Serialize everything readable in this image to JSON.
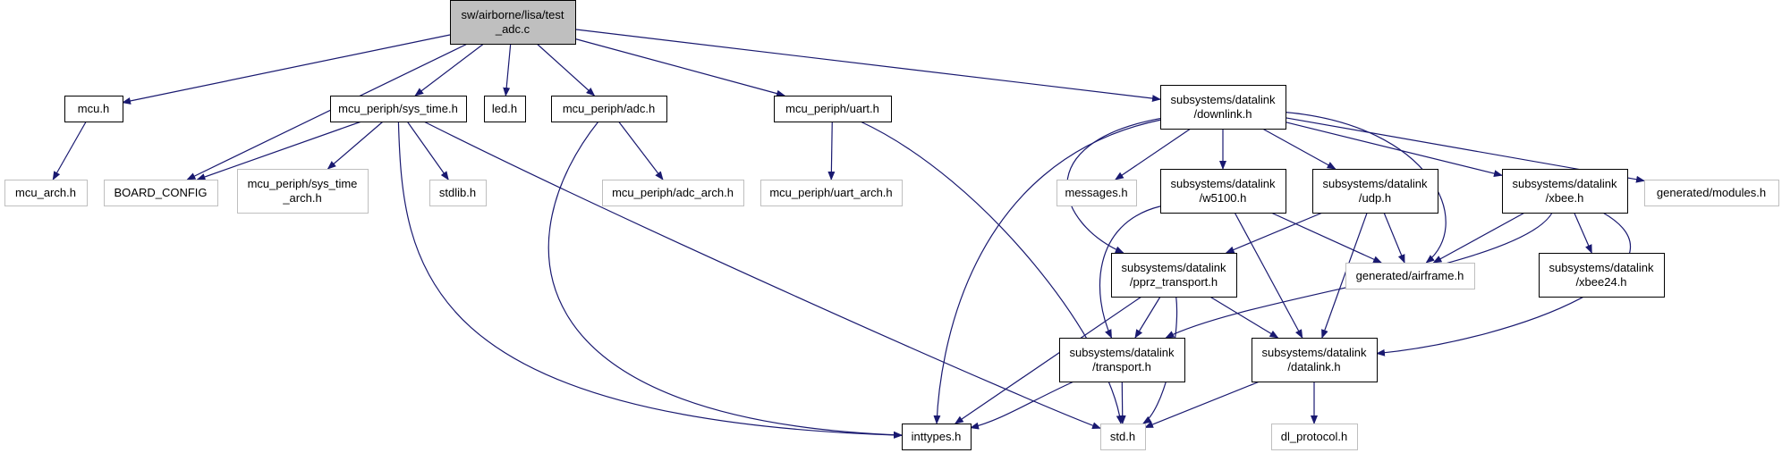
{
  "colors": {
    "edge": "#191970",
    "root_fill": "#bfbfbf",
    "node_border": "#000000",
    "external_border": "#bfbfbf",
    "text": "#000000"
  },
  "nodes": [
    {
      "id": "root",
      "lines": [
        "sw/airborne/lisa/test",
        "_adc.c"
      ],
      "style": "root"
    },
    {
      "id": "mcu_h",
      "lines": [
        "mcu.h"
      ],
      "style": "normal"
    },
    {
      "id": "sys_time_h",
      "lines": [
        "mcu_periph/sys_time.h"
      ],
      "style": "normal"
    },
    {
      "id": "led_h",
      "lines": [
        "led.h"
      ],
      "style": "normal"
    },
    {
      "id": "adc_h",
      "lines": [
        "mcu_periph/adc.h"
      ],
      "style": "normal"
    },
    {
      "id": "uart_h",
      "lines": [
        "mcu_periph/uart.h"
      ],
      "style": "normal"
    },
    {
      "id": "downlink_h",
      "lines": [
        "subsystems/datalink",
        "/downlink.h"
      ],
      "style": "normal"
    },
    {
      "id": "mcu_arch_h",
      "lines": [
        "mcu_arch.h"
      ],
      "style": "external"
    },
    {
      "id": "board_config",
      "lines": [
        "BOARD_CONFIG"
      ],
      "style": "external"
    },
    {
      "id": "sys_time_arch_h",
      "lines": [
        "mcu_periph/sys_time",
        "_arch.h"
      ],
      "style": "external"
    },
    {
      "id": "stdlib_h",
      "lines": [
        "stdlib.h"
      ],
      "style": "external"
    },
    {
      "id": "adc_arch_h",
      "lines": [
        "mcu_periph/adc_arch.h"
      ],
      "style": "external"
    },
    {
      "id": "uart_arch_h",
      "lines": [
        "mcu_periph/uart_arch.h"
      ],
      "style": "external"
    },
    {
      "id": "messages_h",
      "lines": [
        "messages.h"
      ],
      "style": "external"
    },
    {
      "id": "w5100_h",
      "lines": [
        "subsystems/datalink",
        "/w5100.h"
      ],
      "style": "normal"
    },
    {
      "id": "udp_h",
      "lines": [
        "subsystems/datalink",
        "/udp.h"
      ],
      "style": "normal"
    },
    {
      "id": "xbee_h",
      "lines": [
        "subsystems/datalink",
        "/xbee.h"
      ],
      "style": "normal"
    },
    {
      "id": "modules_h",
      "lines": [
        "generated/modules.h"
      ],
      "style": "external"
    },
    {
      "id": "pprz_transport_h",
      "lines": [
        "subsystems/datalink",
        "/pprz_transport.h"
      ],
      "style": "normal"
    },
    {
      "id": "airframe_h",
      "lines": [
        "generated/airframe.h"
      ],
      "style": "external"
    },
    {
      "id": "xbee24_h",
      "lines": [
        "subsystems/datalink",
        "/xbee24.h"
      ],
      "style": "normal"
    },
    {
      "id": "transport_h",
      "lines": [
        "subsystems/datalink",
        "/transport.h"
      ],
      "style": "normal"
    },
    {
      "id": "datalink_h",
      "lines": [
        "subsystems/datalink",
        "/datalink.h"
      ],
      "style": "normal"
    },
    {
      "id": "inttypes_h",
      "lines": [
        "inttypes.h"
      ],
      "style": "normal"
    },
    {
      "id": "std_h",
      "lines": [
        "std.h"
      ],
      "style": "external"
    },
    {
      "id": "dl_protocol_h",
      "lines": [
        "dl_protocol.h"
      ],
      "style": "external"
    }
  ],
  "edges": [
    [
      "root",
      "mcu_h"
    ],
    [
      "root",
      "board_config"
    ],
    [
      "root",
      "sys_time_h"
    ],
    [
      "root",
      "led_h"
    ],
    [
      "root",
      "adc_h"
    ],
    [
      "root",
      "uart_h"
    ],
    [
      "root",
      "downlink_h"
    ],
    [
      "mcu_h",
      "mcu_arch_h"
    ],
    [
      "sys_time_h",
      "board_config"
    ],
    [
      "sys_time_h",
      "sys_time_arch_h"
    ],
    [
      "sys_time_h",
      "stdlib_h"
    ],
    [
      "sys_time_h",
      "inttypes_h"
    ],
    [
      "sys_time_h",
      "std_h"
    ],
    [
      "adc_h",
      "adc_arch_h"
    ],
    [
      "adc_h",
      "inttypes_h"
    ],
    [
      "uart_h",
      "uart_arch_h"
    ],
    [
      "uart_h",
      "std_h"
    ],
    [
      "downlink_h",
      "inttypes_h"
    ],
    [
      "downlink_h",
      "messages_h"
    ],
    [
      "downlink_h",
      "w5100_h"
    ],
    [
      "downlink_h",
      "udp_h"
    ],
    [
      "downlink_h",
      "xbee_h"
    ],
    [
      "downlink_h",
      "modules_h"
    ],
    [
      "downlink_h",
      "pprz_transport_h"
    ],
    [
      "downlink_h",
      "airframe_h"
    ],
    [
      "w5100_h",
      "airframe_h"
    ],
    [
      "w5100_h",
      "transport_h"
    ],
    [
      "w5100_h",
      "datalink_h"
    ],
    [
      "udp_h",
      "pprz_transport_h"
    ],
    [
      "udp_h",
      "airframe_h"
    ],
    [
      "udp_h",
      "datalink_h"
    ],
    [
      "xbee_h",
      "airframe_h"
    ],
    [
      "xbee_h",
      "xbee24_h"
    ],
    [
      "xbee_h",
      "transport_h"
    ],
    [
      "xbee_h",
      "datalink_h"
    ],
    [
      "pprz_transport_h",
      "transport_h"
    ],
    [
      "pprz_transport_h",
      "datalink_h"
    ],
    [
      "pprz_transport_h",
      "inttypes_h"
    ],
    [
      "pprz_transport_h",
      "std_h"
    ],
    [
      "transport_h",
      "inttypes_h"
    ],
    [
      "transport_h",
      "std_h"
    ],
    [
      "datalink_h",
      "std_h"
    ],
    [
      "datalink_h",
      "dl_protocol_h"
    ]
  ]
}
